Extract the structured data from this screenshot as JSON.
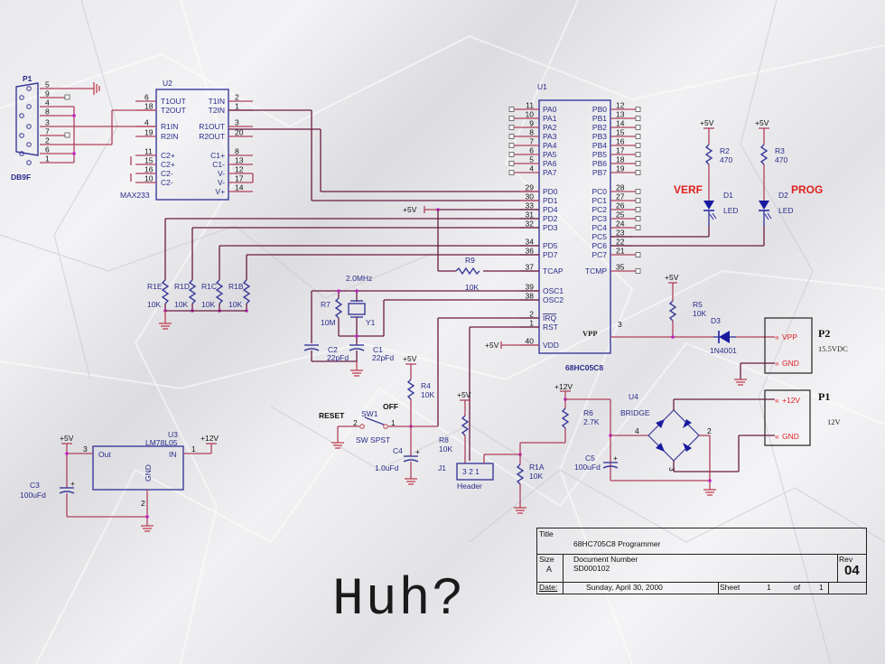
{
  "caption": "Huh?",
  "connector_p1": {
    "ref": "P1",
    "type": "DB9F",
    "pins": [
      "5",
      "9",
      "4",
      "8",
      "3",
      "7",
      "2",
      "6",
      "1"
    ]
  },
  "max233": {
    "ref": "U2",
    "part": "MAX233",
    "left_pins": [
      {
        "num": "6",
        "name": "T1OUT"
      },
      {
        "num": "18",
        "name": "T2OUT"
      },
      {
        "num": "4",
        "name": "R1IN"
      },
      {
        "num": "19",
        "name": "R2IN"
      },
      {
        "num": "11",
        "name": "C2+"
      },
      {
        "num": "15",
        "name": "C2+"
      },
      {
        "num": "16",
        "name": "C2-"
      },
      {
        "num": "10",
        "name": "C2-"
      }
    ],
    "right_pins": [
      {
        "num": "2",
        "name": "T1IN"
      },
      {
        "num": "1",
        "name": "T2IN"
      },
      {
        "num": "3",
        "name": "R1OUT"
      },
      {
        "num": "20",
        "name": "R2OUT"
      },
      {
        "num": "8",
        "name": "C1+"
      },
      {
        "num": "13",
        "name": "C1-"
      },
      {
        "num": "12",
        "name": "V-"
      },
      {
        "num": "17",
        "name": "V-"
      },
      {
        "num": "14",
        "name": "V+"
      }
    ]
  },
  "mcu": {
    "ref": "U1",
    "part": "68HC05C8",
    "left_pins": [
      {
        "num": "11",
        "name": "PA0"
      },
      {
        "num": "10",
        "name": "PA1"
      },
      {
        "num": "9",
        "name": "PA2"
      },
      {
        "num": "8",
        "name": "PA3"
      },
      {
        "num": "7",
        "name": "PA4"
      },
      {
        "num": "6",
        "name": "PA5"
      },
      {
        "num": "5",
        "name": "PA6"
      },
      {
        "num": "4",
        "name": "PA7"
      },
      {
        "num": "29",
        "name": "PD0"
      },
      {
        "num": "30",
        "name": "PD1"
      },
      {
        "num": "33",
        "name": "PD4"
      },
      {
        "num": "31",
        "name": "PD2"
      },
      {
        "num": "32",
        "name": "PD3"
      },
      {
        "num": "34",
        "name": "PD5"
      },
      {
        "num": "36",
        "name": "PD7"
      },
      {
        "num": "37",
        "name": "TCAP"
      },
      {
        "num": "39",
        "name": "OSC1"
      },
      {
        "num": "38",
        "name": "OSC2"
      },
      {
        "num": "2",
        "name": "IRQ"
      },
      {
        "num": "1",
        "name": "RST"
      },
      {
        "num": "40",
        "name": "VDD"
      }
    ],
    "right_pins": [
      {
        "num": "12",
        "name": "PB0"
      },
      {
        "num": "13",
        "name": "PB1"
      },
      {
        "num": "14",
        "name": "PB2"
      },
      {
        "num": "15",
        "name": "PB3"
      },
      {
        "num": "16",
        "name": "PB4"
      },
      {
        "num": "17",
        "name": "PB5"
      },
      {
        "num": "18",
        "name": "PB6"
      },
      {
        "num": "19",
        "name": "PB7"
      },
      {
        "num": "28",
        "name": "PC0"
      },
      {
        "num": "27",
        "name": "PC1"
      },
      {
        "num": "26",
        "name": "PC2"
      },
      {
        "num": "25",
        "name": "PC3"
      },
      {
        "num": "24",
        "name": "PC4"
      },
      {
        "num": "23",
        "name": "PC5"
      },
      {
        "num": "22",
        "name": "PC6"
      },
      {
        "num": "21",
        "name": "PC7"
      },
      {
        "num": "35",
        "name": "TCMP"
      }
    ],
    "vpp_label": "VPP",
    "vpp_pin": "3"
  },
  "leds": [
    {
      "ref": "D1",
      "type": "LED",
      "label": "VERF",
      "resistor": "R2",
      "value": "470",
      "supply": "+5V"
    },
    {
      "ref": "D2",
      "type": "LED",
      "label": "PROG",
      "resistor": "R3",
      "value": "470",
      "supply": "+5V"
    }
  ],
  "pullups": [
    {
      "ref": "R1E",
      "value": "10K"
    },
    {
      "ref": "R1D",
      "value": "10K"
    },
    {
      "ref": "R1C",
      "value": "10K"
    },
    {
      "ref": "R1B",
      "value": "10K"
    }
  ],
  "r9": {
    "ref": "R9",
    "value": "10K",
    "supply": "+5V"
  },
  "oscillator": {
    "freq": "2.0MHz",
    "crystal": "Y1",
    "r7_ref": "R7",
    "r7_value": "10M",
    "c2_ref": "C2",
    "c2_value": "22pFd",
    "c1_ref": "C1",
    "c1_value": "22pFd"
  },
  "vdd_supply": "+5V",
  "vpp_circuit": {
    "r5_ref": "R5",
    "r5_value": "10K",
    "supply": "+5V",
    "diode_ref": "D3",
    "diode_part": "1N4001"
  },
  "p2": {
    "ref": "P2",
    "rating": "15.5VDC",
    "pins": [
      "VPP",
      "GND"
    ]
  },
  "p1_power": {
    "ref": "P1",
    "rating": "12V",
    "pins": [
      "+12V",
      "GND"
    ]
  },
  "reset": {
    "label": "RESET",
    "state": "OFF",
    "sw_ref": "SW1",
    "sw_type": "SW SPST",
    "pin2": "2",
    "pin1": "1",
    "r4_ref": "R4",
    "r4_value": "10K",
    "supply": "+5V",
    "c4_ref": "C4",
    "c4_value": "1.0uFd"
  },
  "header": {
    "ref": "J1",
    "part": "Header",
    "pins": "3 2 1",
    "r8_ref": "R8",
    "r8_value": "10K",
    "supply": "+5V",
    "r1a_ref": "R1A",
    "r1a_value": "10K"
  },
  "bridge": {
    "ref": "U4",
    "part": "BRIDGE",
    "pin4": "4",
    "pin2": "2",
    "pin3": "3",
    "r6_ref": "R6",
    "r6_value": "2.7K",
    "c5_ref": "C5",
    "c5_value": "100uFd",
    "supply": "+12V"
  },
  "regulator": {
    "ref": "U3",
    "part": "LM78L05",
    "out": "Out",
    "in": "IN",
    "gnd": "GND",
    "pin_out": "3",
    "pin_in": "1",
    "pin_gnd": "2",
    "out_supply": "+5V",
    "in_supply": "+12V",
    "c3_ref": "C3",
    "c3_value": "100uFd"
  },
  "title_block": {
    "title_label": "Title",
    "title": "68HC705C8 Programmer",
    "size_label": "Size",
    "size": "A",
    "docnum_label": "Document Number",
    "docnum": "SD000102",
    "rev_label": "Rev",
    "rev": "04",
    "date_label": "Date:",
    "date": "Sunday, April 30, 2000",
    "sheet_label": "Sheet",
    "sheet": "1",
    "of_label": "of",
    "of": "1"
  },
  "colors": {
    "wire": "#b0405a",
    "component": "#3a3a9a",
    "label_red": "#e02020"
  }
}
